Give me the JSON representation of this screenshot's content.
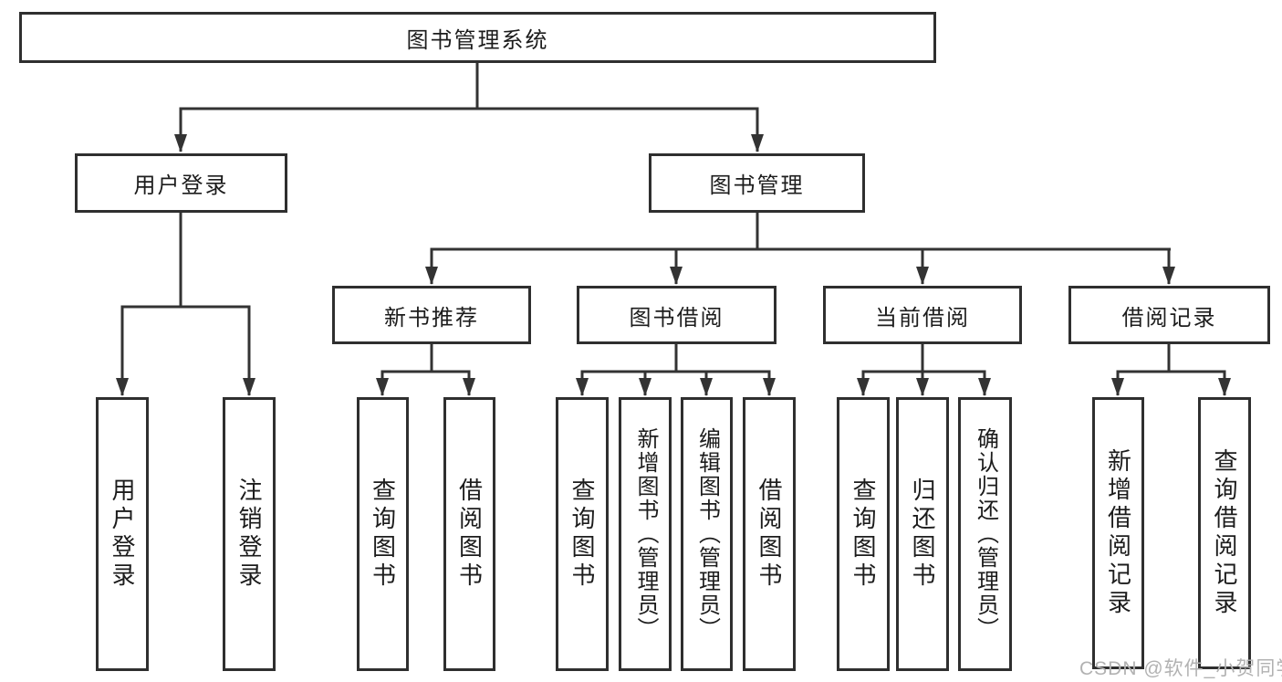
{
  "diagram": {
    "root": {
      "label": "图书管理系统"
    },
    "level2": {
      "user_login": {
        "label": "用户登录"
      },
      "book_mgmt": {
        "label": "图书管理"
      }
    },
    "level3": {
      "new_book_rec": {
        "label": "新书推荐"
      },
      "book_borrow": {
        "label": "图书借阅"
      },
      "current_borrow": {
        "label": "当前借阅"
      },
      "borrow_records": {
        "label": "借阅记录"
      }
    },
    "leaves": {
      "user_login": {
        "label": "用户登录"
      },
      "logout": {
        "label": "注销登录"
      },
      "rec_query_books": {
        "label": "查询图书"
      },
      "rec_borrow_books": {
        "label": "借阅图书"
      },
      "bor_query_books": {
        "label": "查询图书"
      },
      "bor_add_books": {
        "label": "新增图书（管理员）"
      },
      "bor_edit_books": {
        "label": "编辑图书（管理员）"
      },
      "bor_borrow_books": {
        "label": "借阅图书"
      },
      "cur_query_books": {
        "label": "查询图书"
      },
      "cur_return_books": {
        "label": "归还图书"
      },
      "cur_confirm_return": {
        "label": "确认归还（管理员）"
      },
      "log_add_record": {
        "label": "新增借阅记录"
      },
      "log_query_record": {
        "label": "查询借阅记录"
      }
    }
  },
  "watermark": {
    "text": "CSDN @软件_小贺同学"
  },
  "colors": {
    "background": "#ffffff",
    "line": "#333333",
    "box_border": "#2f2f2f",
    "text": "#1c1c1c",
    "watermark": "#b2b2b2"
  }
}
